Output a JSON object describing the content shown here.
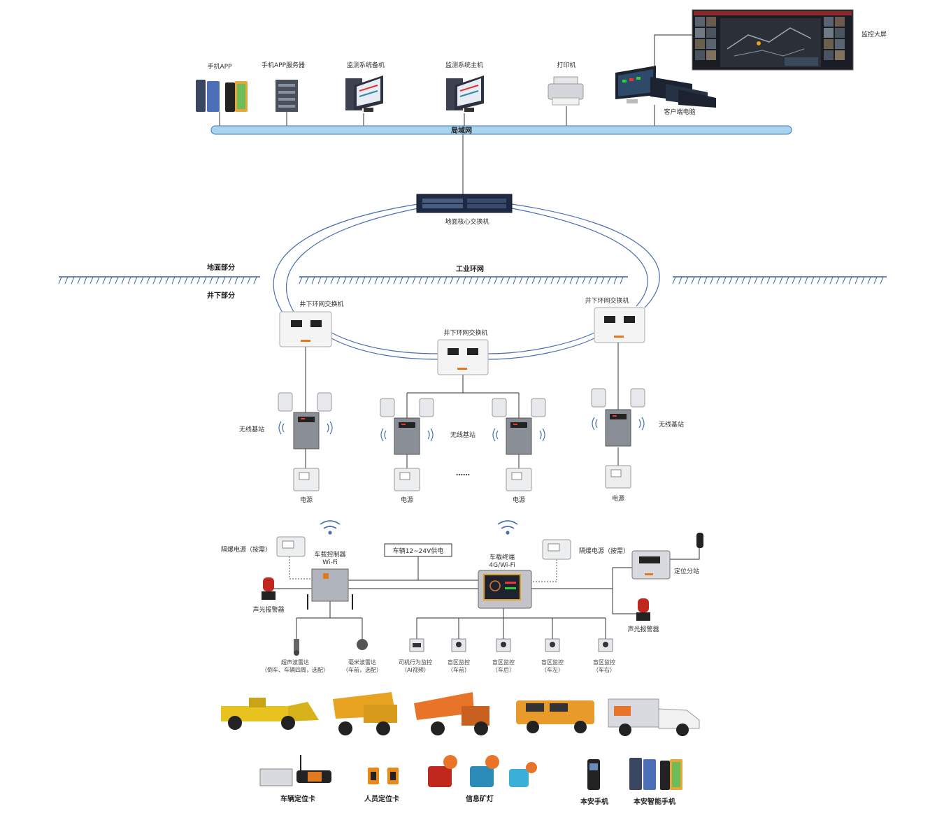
{
  "colors": {
    "lan_bar": "#a9d4ee",
    "ring": "#4a6fb5",
    "accent_orange": "#e07a20",
    "alarm_red": "#c0281e",
    "vehicle_yellow": "#e8c21e",
    "vehicle_orange": "#e8742a"
  },
  "top": {
    "phone_app": "手机APP",
    "app_server": "手机APP服务器",
    "monitor_standby": "监测系统备机",
    "monitor_host": "监测系统主机",
    "printer": "打印机",
    "big_screen": "监控大屏",
    "client_pc": "客户端电脑",
    "lan": "局域网"
  },
  "core_switch": "地面核心交换机",
  "ground_section": "地面部分",
  "underground_section": "井下部分",
  "industrial_ring": "工业环网",
  "ring_switches": [
    "井下环网交换机",
    "井下环网交换机",
    "井下环网交换机"
  ],
  "base_station": "无线基站",
  "power": "电源",
  "ellipsis": "……",
  "vehicle": {
    "flameproof_power_left": "隔爆电源（按需）",
    "controller": "车载控制器",
    "controller_sub": "Wi-Fi",
    "supply": "车辆12~24V供电",
    "terminal": "车载终端",
    "terminal_sub": "4G/Wi-Fi",
    "flameproof_power_right": "隔爆电源（按需）",
    "locator_substation": "定位分站",
    "alarm_left": "声光报警器",
    "alarm_right": "声光报警器",
    "sensors": [
      {
        "name": "超声波雷达",
        "note": "（倒车、车辆四周，选配）"
      },
      {
        "name": "毫米波雷达",
        "note": "（车前，选配）"
      },
      {
        "name": "司机行为监控",
        "note": "（AI视频）"
      },
      {
        "name": "盲区监控",
        "note": "（车前）"
      },
      {
        "name": "盲区监控",
        "note": "（车后）"
      },
      {
        "name": "盲区监控",
        "note": "（车左）"
      },
      {
        "name": "盲区监控",
        "note": "（车右）"
      }
    ]
  },
  "bottom": {
    "vehicle_tag": "车辆定位卡",
    "person_tag": "人员定位卡",
    "cap_lamp": "信息矿灯",
    "safe_phone": "本安手机",
    "smart_phone": "本安智能手机"
  }
}
